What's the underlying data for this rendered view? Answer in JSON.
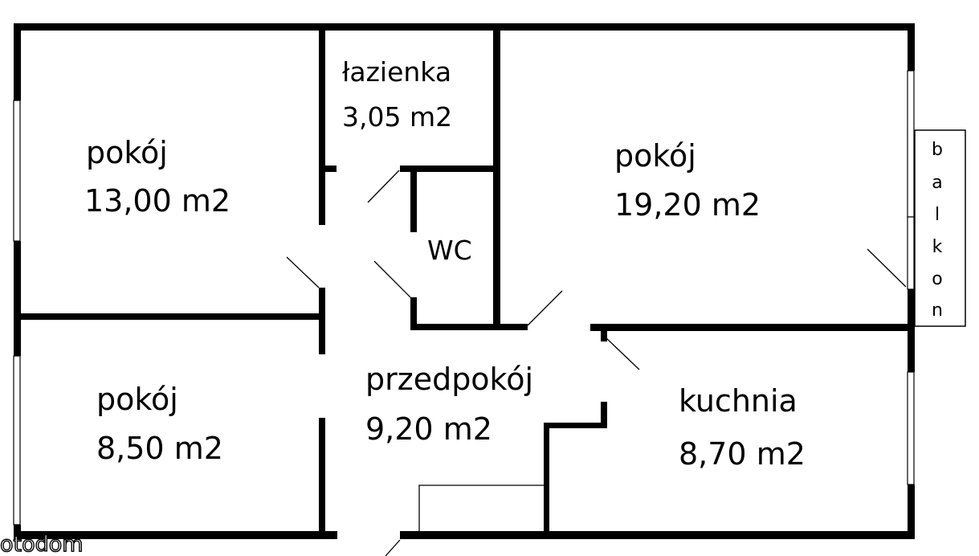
{
  "rooms": {
    "pokoj_1": {
      "name": "pokój",
      "area": "13,00 m2"
    },
    "lazienka": {
      "name": "łazienka",
      "area": "3,05 m2"
    },
    "pokoj_2": {
      "name": "pokój",
      "area": "19,20 m2"
    },
    "wc": {
      "name": "WC"
    },
    "pokoj_3": {
      "name": "pokój",
      "area": "8,50 m2"
    },
    "przedpokoj": {
      "name": "przedpokój",
      "area": "9,20 m2"
    },
    "kuchnia": {
      "name": "kuchnia",
      "area": "8,70 m2"
    }
  },
  "balcony": {
    "letters": [
      "b",
      "a",
      "l",
      "k",
      "o",
      "n"
    ]
  },
  "watermark": {
    "text": "otodom"
  },
  "colors": {
    "wall": "#000000",
    "background": "#ffffff"
  }
}
